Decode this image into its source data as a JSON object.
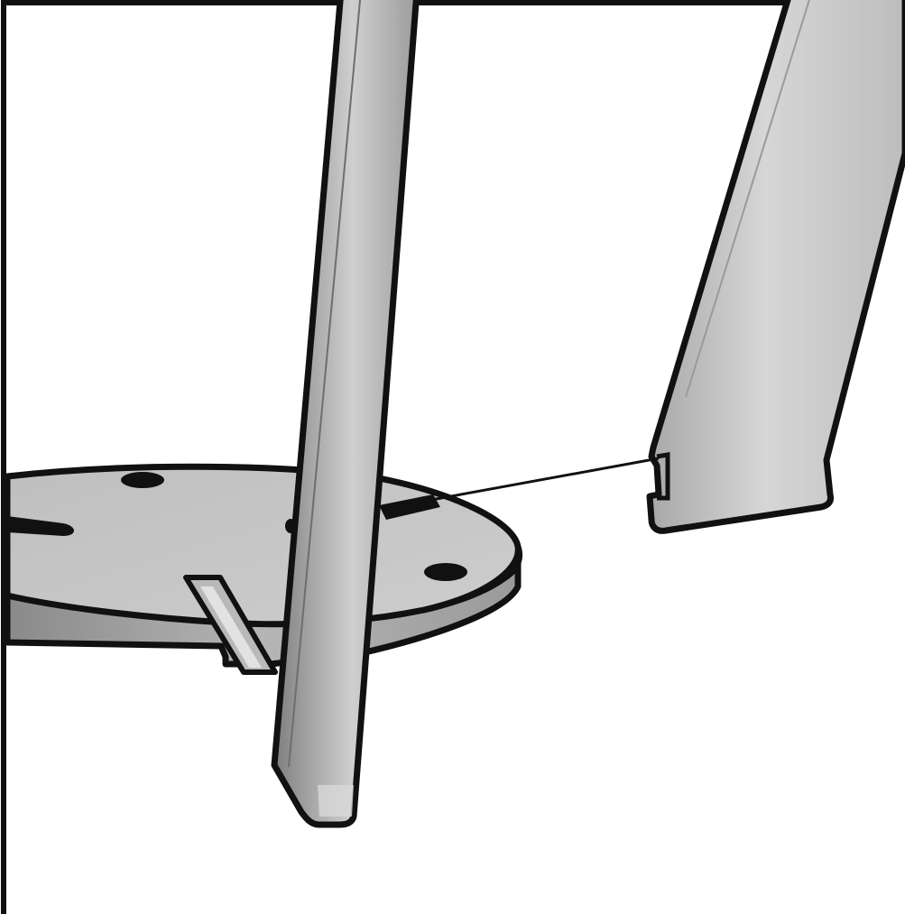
{
  "figure": {
    "kind": "assembly-illustration",
    "style": "line-art",
    "palette": {
      "outline": "#111111",
      "fill_light": "#c9c9c9",
      "fill_mid": "#b3b3b3",
      "fill_dark": "#8e8e8e",
      "background": "#ffffff"
    },
    "components": [
      {
        "id": "round-base-plate",
        "icon": "disc-plate"
      },
      {
        "id": "front-leg",
        "icon": "bar-leg"
      },
      {
        "id": "rear-leg",
        "icon": "bar-leg"
      },
      {
        "id": "insertion-guide-line",
        "icon": "leader-line"
      }
    ]
  }
}
